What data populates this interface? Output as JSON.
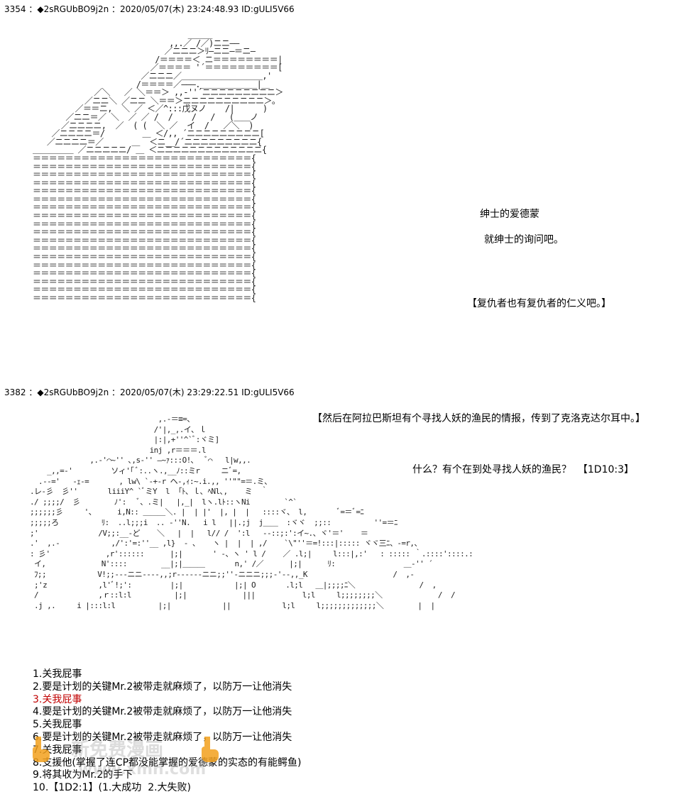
{
  "post1": {
    "header": "3354 ：◆2sRGUbBO9j2n ：2020/05/07(木) 23:24:48.93 ID:gULI5V66",
    "ascii_art": "                                 ＿＿＿\n                             ,,.／ /／)ニニ――\n                            ／ニニニ＞ﾘ―ニニ―＝ニ―\n                          /＝＝＝＝＜ ニ＝＝＝＝＝＝＝＝|\n                         ／＝＝＝＝ '´＝＝＝＝＝＝＝＝＝[\n                       ／ニニニ／＿＿＿＿＿＿＿＿＿＿,'\n                      /＝＝＝＝／―――.＿＿＿＿＿＿＿|＿\n             ／＼   ／ ＼＝＝＞ ,,-''´ニニニニニニニニニ＞\n           ／ニニ＼ ／ニニ ＼＝＝＞ニニニニニニニニニニ＞。\n         ／＝＝ニ,  ＼ ／ ＜／^:::戊ヌノ    /|      )\n       ／ニニ＝／ ＼  ／ ／ /  /    /   /   (＿＿ノ\n      ／ニニニニ,  ／  ( (  ＼ ／  イ  /   ／＼  )\n    ／ニニニニ＝/        ＿ ＜/,, ´ニニニニニニニニニ[\n   ／ニニニニ＝／      ＿  ＜ニ__/´ニニニニニニニニニ{\n＿＿＿＿＿ ／ニニニニニ/ ＿ ＜ニニニニニニニニニニニニニ{\n＝＝＝＝＝＝＝＝＝＝＝＝＝＝＝＝＝＝＝＝＝＝＝＝＝＝＝{\n＝＝＝＝＝＝＝＝＝＝＝＝＝＝＝＝＝＝＝＝＝＝＝＝＝＝＝{\n＝＝＝＝＝＝＝＝＝＝＝＝＝＝＝＝＝＝＝＝＝＝＝＝＝＝＝{\n＝＝＝＝＝＝＝＝＝＝＝＝＝＝＝＝＝＝＝＝＝＝＝＝＝＝＝{\n＝＝＝＝＝＝＝＝＝＝＝＝＝＝＝＝＝＝＝＝＝＝＝＝＝＝＝{\n＝＝＝＝＝＝＝＝＝＝＝＝＝＝＝＝＝＝＝＝＝＝＝＝＝＝＝{\n＝＝＝＝＝＝＝＝＝＝＝＝＝＝＝＝＝＝＝＝＝＝＝＝＝＝＝{\n＝＝＝＝＝＝＝＝＝＝＝＝＝＝＝＝＝＝＝＝＝＝＝＝＝＝＝{\n＝＝＝＝＝＝＝＝＝＝＝＝＝＝＝＝＝＝＝＝＝＝＝＝＝＝＝{\n＝＝＝＝＝＝＝＝＝＝＝＝＝＝＝＝＝＝＝＝＝＝＝＝＝＝＝{\n＝＝＝＝＝＝＝＝＝＝＝＝＝＝＝＝＝＝＝＝＝＝＝＝＝＝＝{\n＝＝＝＝＝＝＝＝＝＝＝＝＝＝＝＝＝＝＝＝＝＝＝＝＝＝＝{\n＝＝＝＝＝＝＝＝＝＝＝＝＝＝＝＝＝＝＝＝＝＝＝＝＝＝＝{\n＝＝＝＝＝＝＝＝＝＝＝＝＝＝＝＝＝＝＝＝＝＝＝＝＝＝＝{\n＝＝＝＝＝＝＝＝＝＝＝＝＝＝＝＝＝＝＝＝＝＝＝＝＝＝＝{\n＝＝＝＝＝＝＝＝＝＝＝＝＝＝＝＝＝＝＝＝＝＝＝＝＝＝＝{\n＝＝＝＝＝＝＝＝＝＝＝＝＝＝＝＝＝＝＝＝＝＝＝＝＝＝＝{\n＝＝＝＝＝＝＝＝＝＝＝＝＝＝＝＝＝＝＝＝＝＝＝＝＝＝＝{",
    "speaker": "绅士的爱德蒙",
    "line1": "就绅士的询问吧。",
    "narration": "【复仇者也有复仇者的仁义吧。】"
  },
  "post2": {
    "header": "3382 ：◆2sRGUbBO9j2n ：2020/05/07(木) 23:29:22.51 ID:gULI5V66",
    "narration": "【然后在阿拉巴斯坦有个寻找人妖的渔民的情报，传到了克洛克达尔耳中。】",
    "question": "什么？有个在到处寻找人妖的渔民？  【1D10:3】",
    "ascii_art": "                              ,.-＝≡=、\n                             /'|,_,.イ､ ｌ\n                             |:|,+''^`ﾞ:ヾミ]\n                            inj ,r＝＝＝.l\n              ,.-'⌒~'' ､,s-'' ―~ｧ:::O!､   ﾞ⌒   l|w,,.\n    _,,=-'         ソィ'｢ ﾞ:..ヽ.,__ﾉ::ミr     ニﾞ=,\n  .--='   -ｪ-=       , lw\\ `-+-r ヘ-,ｨ:~.i.,, ''\"\"=＝.ミ、\n.レ-彡  彡''       liiiY^ `ﾞミY  l  ｢ﾄ、ｌ､ ﾍNl､,    ミ  ｀\n./ ;;;;/  彡        ﾉ':   ﾞ、.ミ|   |,_|  lヽ.lﾄ::ヽNi        `^`\n;;;;;;彡     '、     i,N:: ＿＿＿＼. |  | |'  |, |  |   ::::ヾ、 l,       ﾞ=＝ﾞ=ﾆ\n;;;;;ろ          ﾘ:  ..l;;;i  .. -''N.   i l   ||.;j  j＿＿  :ヾヾ  ;;::          ''=＝ﾆ\n;'              /V;;:__-ど    ＼   |  |   l// /  ':l   --::;:':イ~.、ヾ'＝'    ＝\n.'  ,.-            ,/':'=:''__ ,l}  ‐ 、   ヽ |  |  | ,/    `\\\"''＝=!:::|::::: ヾヾ三ﾆ、-=r,、\n: 彡'             ,r'::::::      |;|       ' -、ヽ ' l /    ／ .l;|     l:::|,:'   : ::::: ｀.::::'::::.:\n イ,             N'::::        __|;|＿＿＿       n,' /／      |;|      ﾘ:                ＿-'' ´\n ﾌ;;            V!;;---ニニ---‐,,;r------ニニ;;''-ニニニ;;;-'--,,_K                    /  ,-\n ;'z            ,l'ﾞ!;':         |;|            |;| O       .l;l   ＿|;;;;ﾆ＼               /  ,\n /              ,ｒ::l:l          |;|             |||           l;l     l;;;;;;;;＼             /  /\n .j ,.     i |:::l:l          |;|            ||            l;l     l;;;;;;;;;;;;;＼        |  |",
    "list": [
      "1.关我屁事",
      "2.要是计划的关键Mr.2被带走就麻烦了，以防万一让他消失",
      "3.关我屁事",
      "4.要是计划的关键Mr.2被带走就麻烦了，以防万一让他消失",
      "5.关我屁事",
      "6.要是计划的关键Mr.2被带走就麻烦了，以防万一让他消失",
      "7.关我屁事",
      "8.支援他(掌握了连CP都没能掌握的爱德蒙的实态的有能鳄鱼)",
      "9.将其收为Mr.2的手下",
      "10.【1D2:1】(1.大成功  2.大失败)"
    ],
    "highlighted_index": 2
  },
  "watermark": {
    "line1": "新免费漫画",
    "line2": "www.xmh.com"
  },
  "colors": {
    "highlight": "#c00000",
    "text": "#000000",
    "background": "#ffffff"
  }
}
